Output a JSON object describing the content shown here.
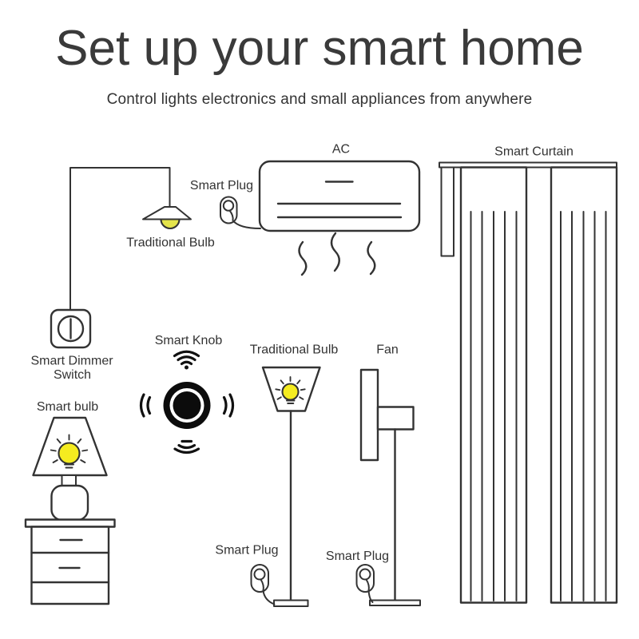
{
  "header": {
    "title": "Set up your smart home",
    "subtitle": "Control lights electronics and small appliances from anywhere"
  },
  "labels": {
    "ac": "AC",
    "smart_curtain": "Smart Curtain",
    "smart_plug_top": "Smart Plug",
    "traditional_bulb_ceiling": "Traditional Bulb",
    "smart_dimmer_line1": "Smart Dimmer",
    "smart_dimmer_line2": "Switch",
    "smart_knob": "Smart Knob",
    "traditional_bulb_floor": "Traditional Bulb",
    "fan": "Fan",
    "smart_bulb": "Smart bulb",
    "smart_plug_floor_lamp": "Smart Plug",
    "smart_plug_fan": "Smart Plug"
  },
  "colors": {
    "line": "#333333",
    "bulb_bright_yellow": "#f5ec20",
    "bulb_muted_yellow": "#e4e44b",
    "knob_black": "#0c0c0c",
    "title_text": "#3a3a3a",
    "background": "#ffffff"
  }
}
